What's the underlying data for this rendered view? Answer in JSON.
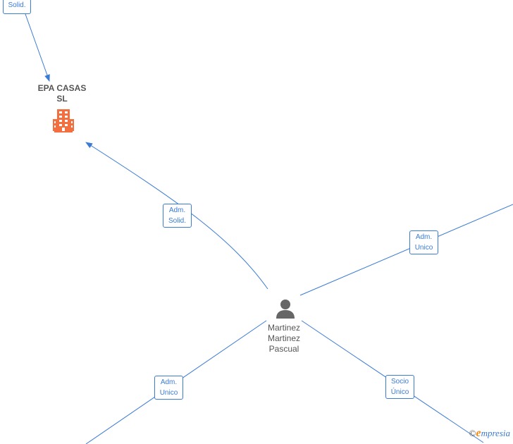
{
  "colors": {
    "edge": "#3a7bd5",
    "company_icon": "#f36f3f",
    "person_icon": "#666666"
  },
  "company": {
    "name_line1": "EPA CASAS",
    "name_line2": "SL",
    "icon": "building-icon"
  },
  "person": {
    "line1": "Martinez",
    "line2": "Martinez",
    "line3": "Pascual",
    "icon": "person-icon"
  },
  "edges": {
    "top_partial": {
      "line1": "Solid."
    },
    "to_company": {
      "line1": "Adm.",
      "line2": "Solid."
    },
    "right": {
      "line1": "Adm.",
      "line2": "Unico"
    },
    "bottom_left": {
      "line1": "Adm.",
      "line2": "Unico"
    },
    "bottom_right": {
      "line1": "Socio",
      "line2": "Único"
    }
  },
  "watermark": {
    "copyright": "©",
    "brand_initial": "e",
    "brand_rest": "mpresia"
  }
}
